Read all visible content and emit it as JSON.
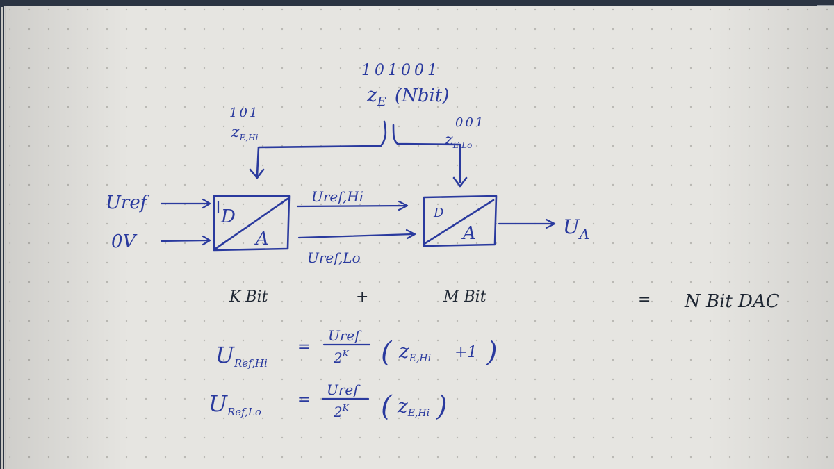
{
  "top_bits": "101001",
  "top_label": "z",
  "top_label_sub": "E",
  "top_label_paren": "(Nbit)",
  "hi_bits": "101",
  "hi_label": "z",
  "hi_label_sub": "E,Hi",
  "lo_bits": "001",
  "lo_label": "z",
  "lo_label_sub": "E,Lo",
  "input_uref": "Uref",
  "input_0v": "0V",
  "dac1_top": "D",
  "dac1_bottom": "A",
  "dac2_top": "D",
  "dac2_bottom": "A",
  "mid_hi_label": "Uref,Hi",
  "mid_lo_label": "Uref,Lo",
  "output_label": "U",
  "output_sub": "A",
  "bits_left": "K Bit",
  "plus_sign": "+",
  "bits_right": "M Bit",
  "equals_sign": "=",
  "bits_total": "N Bit DAC",
  "eq1_lhs": "U",
  "eq1_lhs_sub": "Ref,Hi",
  "eq1_eq": "=",
  "eq1_num": "Uref",
  "eq1_den": "2",
  "eq1_den_exp": "K",
  "eq1_open": "(",
  "eq1_z": "z",
  "eq1_z_sub": "E,Hi",
  "eq1_plus1": "+1",
  "eq1_close": ")",
  "eq2_lhs": "U",
  "eq2_lhs_sub": "Ref,Lo",
  "eq2_eq": "=",
  "eq2_num": "Uref",
  "eq2_den": "2",
  "eq2_den_exp": "K",
  "eq2_open": "(",
  "eq2_z": "z",
  "eq2_z_sub": "E,Hi",
  "eq2_close": ")",
  "colors": {
    "ink": "#2a3a9e",
    "paper": "#e6e5e1",
    "dark_ink": "#1f2733"
  }
}
